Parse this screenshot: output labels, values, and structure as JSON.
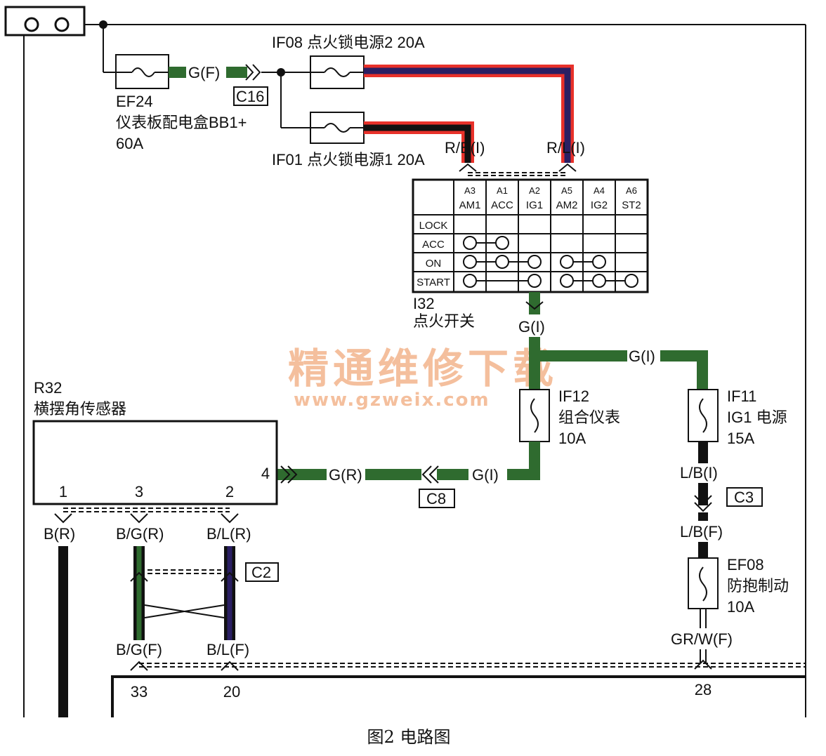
{
  "watermark": {
    "title": "精通维修下载",
    "url": "www.gzweix.com"
  },
  "caption": "图2 电路图",
  "fuses": {
    "ef24": {
      "id": "EF24",
      "desc": "仪表板配电盒BB1+",
      "rating": "60A"
    },
    "if08": {
      "text": "IF08 点火锁电源2 20A"
    },
    "if01": {
      "text": "IF01 点火锁电源1 20A"
    },
    "if12": {
      "id": "IF12",
      "desc": "组合仪表",
      "rating": "10A"
    },
    "if11": {
      "id": "IF11",
      "desc": "IG1 电源",
      "rating": "15A"
    },
    "ef08": {
      "id": "EF08",
      "desc": "防抱制动",
      "rating": "10A"
    }
  },
  "wires": {
    "gf": "G(F)",
    "rb": "R/B(I)",
    "rl": "R/L(I)",
    "gi_top": "G(I)",
    "gi_right": "G(I)",
    "gi_c8": "G(I)",
    "gr": "G(R)",
    "lbi": "L/B(I)",
    "lbf": "L/B(F)",
    "grwf": "GR/W(F)",
    "br": "B(R)",
    "bgr": "B/G(R)",
    "blr": "B/L(R)",
    "bgf": "B/G(F)",
    "blf": "B/L(F)"
  },
  "connectors": {
    "c16": "C16",
    "c8": "C8",
    "c3": "C3",
    "c2": "C2"
  },
  "switch": {
    "id": "I32",
    "name": "点火开关",
    "terminals": [
      {
        "pin": "A3",
        "name": "AM1"
      },
      {
        "pin": "A1",
        "name": "ACC"
      },
      {
        "pin": "A2",
        "name": "IG1"
      },
      {
        "pin": "A5",
        "name": "AM2"
      },
      {
        "pin": "A4",
        "name": "IG2"
      },
      {
        "pin": "A6",
        "name": "ST2"
      }
    ],
    "positions": [
      "LOCK",
      "ACC",
      "ON",
      "START"
    ]
  },
  "sensor": {
    "id": "R32",
    "name": "横摆角传感器",
    "pins": [
      "1",
      "3",
      "2",
      "4"
    ]
  },
  "bottom_pins": [
    "33",
    "20",
    "28"
  ]
}
